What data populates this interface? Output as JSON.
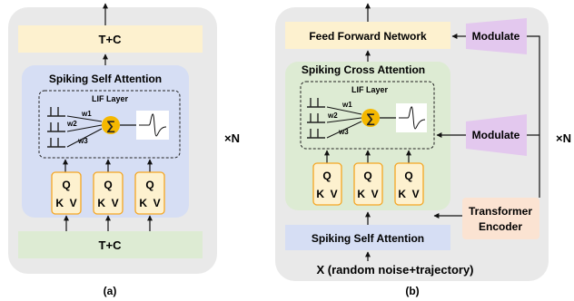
{
  "panel_a": {
    "top_block": "T+C",
    "attention_title": "Spiking Self Attention",
    "lif_title": "LIF Layer",
    "weights": [
      "w1",
      "w2",
      "w3"
    ],
    "sum_symbol": "∑",
    "qkv_boxes": [
      {
        "top": "Q",
        "bottom": "K  V"
      },
      {
        "top": "Q",
        "bottom": "K  V"
      },
      {
        "top": "Q",
        "bottom": "K  V"
      }
    ],
    "bottom_block": "T+C",
    "repeat": "×N",
    "caption": "(a)"
  },
  "panel_b": {
    "ffn_block": "Feed Forward Network",
    "modulate_top": "Modulate",
    "attention_title": "Spiking Cross Attention",
    "lif_title": "LIF Layer",
    "weights": [
      "w1",
      "w2",
      "w3"
    ],
    "sum_symbol": "∑",
    "modulate_mid": "Modulate",
    "qkv_boxes": [
      {
        "top": "Q",
        "bottom": "K  V"
      },
      {
        "top": "Q",
        "bottom": "K  V"
      },
      {
        "top": "Q",
        "bottom": "K  V"
      }
    ],
    "encoder_line1": "Transformer",
    "encoder_line2": "Encoder",
    "self_attention_block": "Spiking Self Attention",
    "input_label": "X (random noise+trajectory)",
    "repeat": "×N",
    "caption": "(b)"
  },
  "colors": {
    "panel_bg": "#e9e9e9",
    "yellow_block": "#fdf1cf",
    "blue_area": "#d6def4",
    "green_area": "#ddebd3",
    "qkv_border": "#f5a623",
    "qkv_fill": "#fdf1cf",
    "sum_circle": "#f5b800",
    "modulate_purple": "#e3c8ee",
    "encoder_peach": "#fbe3d2"
  }
}
